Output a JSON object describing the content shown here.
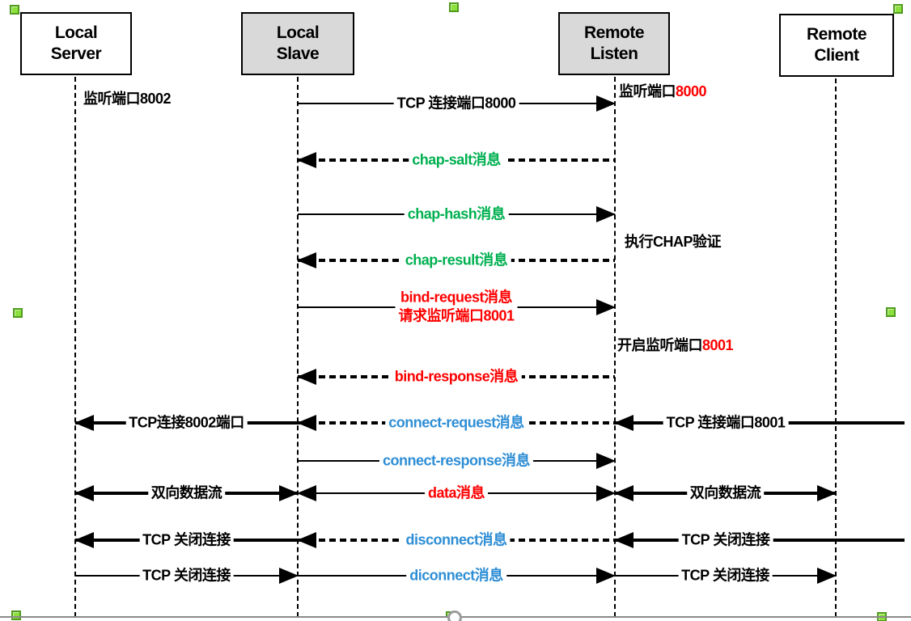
{
  "palette": {
    "black": "#000000",
    "red": "#ff0000",
    "green": "#00b050",
    "blue": "#2e8ed5",
    "box_fill_gray": "#d9d9d9",
    "handle_green": "#8ce03c",
    "bottom_edge_gray": "#8a8a8a"
  },
  "actors": [
    {
      "line1": "Local",
      "line2": "Server"
    },
    {
      "line1": "Local",
      "line2": "Slave"
    },
    {
      "line1": "Remote",
      "line2": "Listen"
    },
    {
      "line1": "Remote",
      "line2": "Client"
    }
  ],
  "annotations": {
    "listen_8002": {
      "prefix": "监听端口8002",
      "port": ""
    },
    "listen_8000": {
      "prefix": "监听端口",
      "port": "8000"
    },
    "chap_verify": {
      "prefix": "执行CHAP验证",
      "port": ""
    },
    "open_listen_8001": {
      "prefix": "开启监听端口",
      "port": "8001"
    }
  },
  "messages": {
    "center": [
      {
        "label": "TCP 连接端口8000",
        "color": "#000000"
      },
      {
        "label": "chap-salt消息",
        "color": "#00b050"
      },
      {
        "label": "chap-hash消息",
        "color": "#00b050"
      },
      {
        "label": "chap-result消息",
        "color": "#00b050"
      },
      {
        "label": "bind-request消息",
        "label2": "请求监听端口8001",
        "color": "#ff0000"
      },
      {
        "label": "bind-response消息",
        "color": "#ff0000"
      },
      {
        "label": "connect-request消息",
        "color": "#2e8ed5"
      },
      {
        "label": "connect-response消息",
        "color": "#2e8ed5"
      },
      {
        "label": "data消息",
        "color": "#ff0000"
      },
      {
        "label": "disconnect消息",
        "color": "#2e8ed5"
      },
      {
        "label": "diconnect消息",
        "color": "#2e8ed5"
      }
    ],
    "left": [
      {
        "label": "TCP连接8002端口",
        "color": "#000000"
      },
      {
        "label": "双向数据流",
        "color": "#000000"
      },
      {
        "label": "TCP 关闭连接",
        "color": "#000000"
      },
      {
        "label": "TCP 关闭连接",
        "color": "#000000"
      }
    ],
    "right": [
      {
        "label": "TCP 连接端口8001",
        "color": "#000000"
      },
      {
        "label": "双向数据流",
        "color": "#000000"
      },
      {
        "label": "TCP 关闭连接",
        "color": "#000000"
      },
      {
        "label": "TCP 关闭连接",
        "color": "#000000"
      }
    ]
  }
}
